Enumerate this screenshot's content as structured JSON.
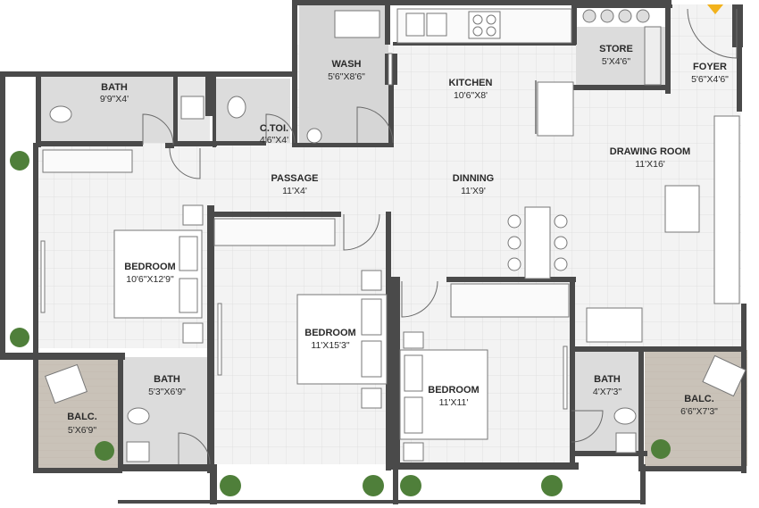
{
  "plan": {
    "colors": {
      "floor_tile": "#f3f3f3",
      "tile_line": "#d8d8d8",
      "wet_area": "#dcdcdc",
      "balcony_deck": "#c9c2b8",
      "wall": "#4a4a4a",
      "greenery": "#4f7f3a",
      "furniture": "#ffffff",
      "furniture_stroke": "#777777",
      "foyer_arrow": "#f2b21c"
    },
    "rooms": {
      "bath_top": {
        "name": "BATH",
        "dim": "9'9\"X4'"
      },
      "ctoi": {
        "name": "C.TOI.",
        "dim": "4'6\"X4'"
      },
      "wash": {
        "name": "WASH",
        "dim": "5'6\"X8'6\""
      },
      "kitchen": {
        "name": "KITCHEN",
        "dim": "10'6\"X8'"
      },
      "store": {
        "name": "STORE",
        "dim": "5'X4'6\""
      },
      "foyer": {
        "name": "FOYER",
        "dim": "5'6\"X4'6\""
      },
      "drawing": {
        "name": "DRAWING ROOM",
        "dim": "11'X16'"
      },
      "passage": {
        "name": "PASSAGE",
        "dim": "11'X4'"
      },
      "dinning": {
        "name": "DINNING",
        "dim": "11'X9'"
      },
      "bed_left": {
        "name": "BEDROOM",
        "dim": "10'6\"X12'9\""
      },
      "bed_mid": {
        "name": "BEDROOM",
        "dim": "11'X15'3\""
      },
      "bed_right": {
        "name": "BEDROOM",
        "dim": "11'X11'"
      },
      "bath_left": {
        "name": "BATH",
        "dim": "5'3\"X6'9\""
      },
      "bath_right": {
        "name": "BATH",
        "dim": "4'X7'3\""
      },
      "balc_left": {
        "name": "BALC.",
        "dim": "5'X6'9\""
      },
      "balc_right": {
        "name": "BALC.",
        "dim": "6'6\"X7'3\""
      }
    }
  }
}
